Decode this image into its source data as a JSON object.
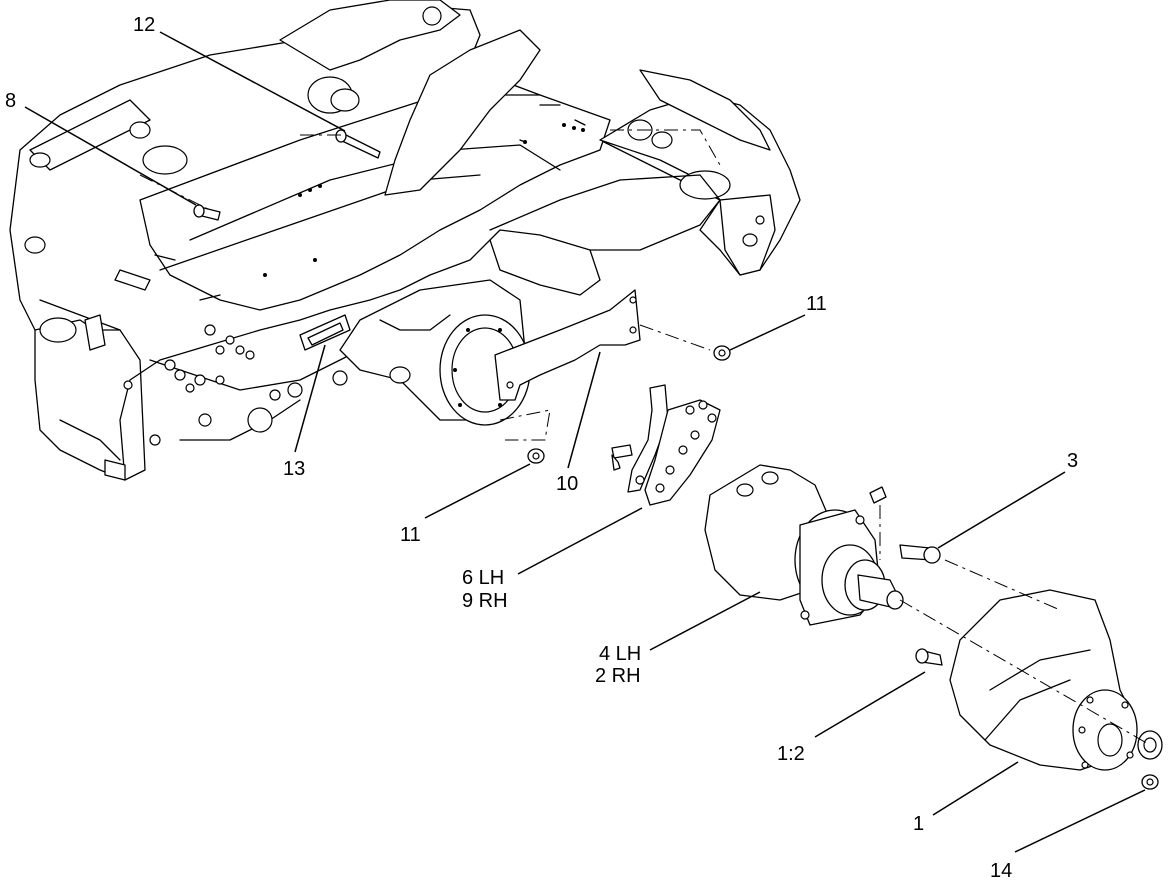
{
  "callouts": {
    "c12": "12",
    "c8": "8",
    "c11_top": "11",
    "c13": "13",
    "c10": "10",
    "c11_bottom": "11",
    "c3": "3",
    "c6_lh": "6 LH",
    "c9_rh": "9 RH",
    "c4_lh": "4 LH",
    "c2_rh": "2 RH",
    "c1_2": "1:2",
    "c1": "1",
    "c14": "14"
  }
}
